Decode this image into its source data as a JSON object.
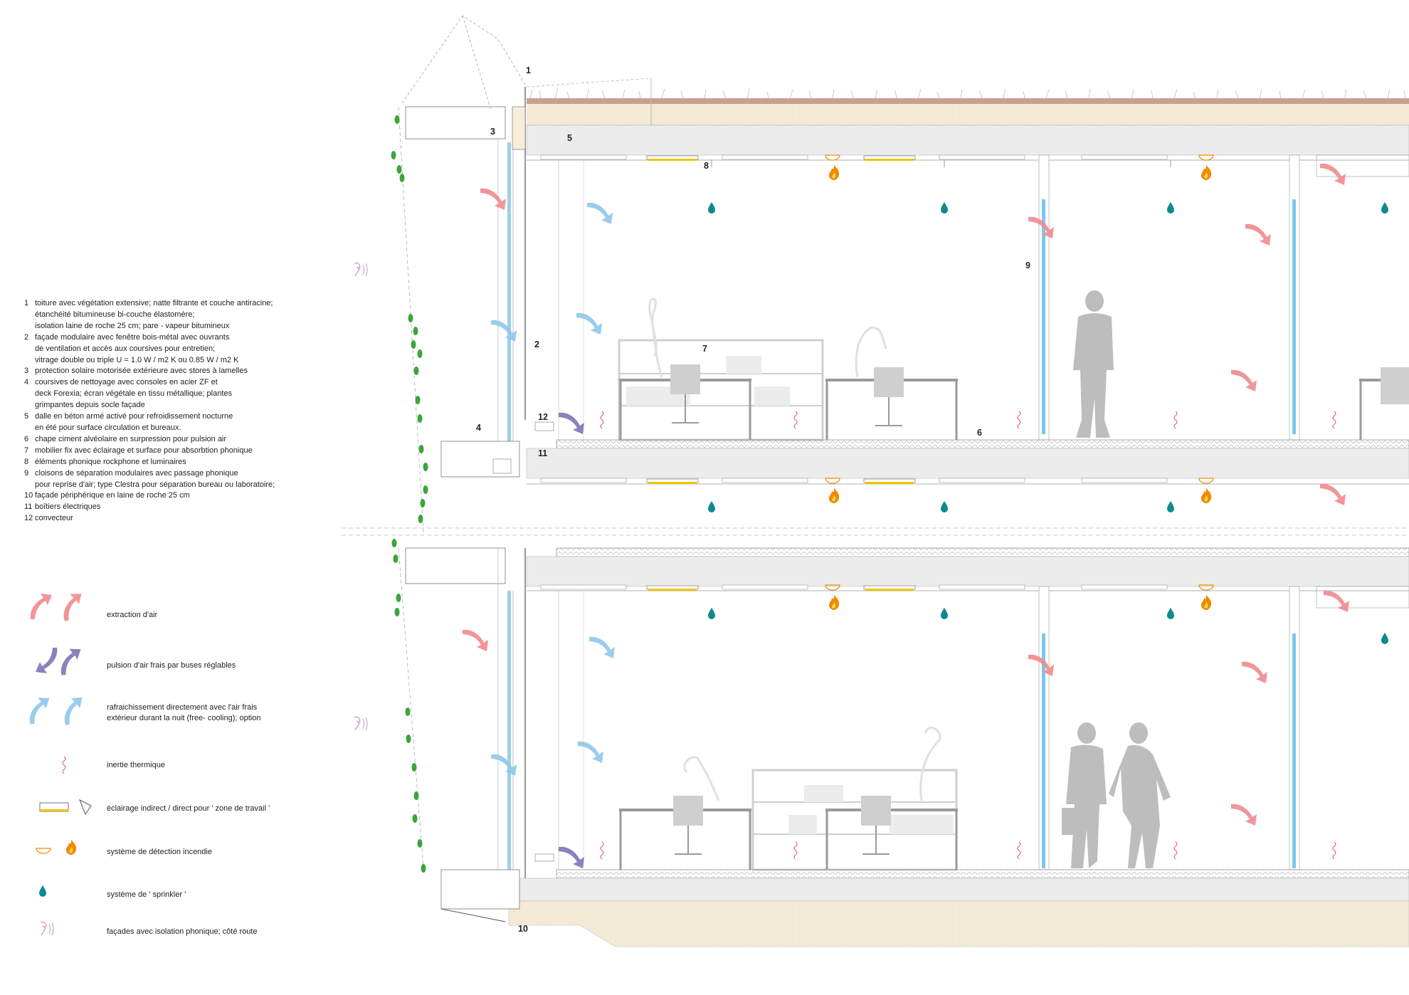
{
  "legend_items": [
    {
      "num": "1",
      "text": "toiture avec végétation extensive; natte filtrante et couche antiracine;\nétanchéité bitumineuse bi-couche élastomère;\nisolation laine de roche 25 cm; pare - vapeur bitumineux"
    },
    {
      "num": "2",
      "text": " façade modulaire  avec fenêtre bois-métal avec ouvrants\nde ventilation et accès aux coursives pour entretien;\nvitrage double ou triple U = 1.0 W / m2 K ou 0.85 W / m2 K"
    },
    {
      "num": "3",
      "text": " protection solaire  motorisée extérieure avec stores à lamelles"
    },
    {
      "num": "4",
      "text": "coursives de nettoyage avec consoles en acier ZF et\ndeck Forexia; écran végétale en tissu métallique; plantes\ngrimpantes depuis socle façade"
    },
    {
      "num": "5",
      "text": " dalle en béton armé  activé pour refroidissement nocturne\nen été pour surface circulation et bureaux."
    },
    {
      "num": "6",
      "text": "chape ciment alvéolaire en surpression pour pulsion air"
    },
    {
      "num": "7",
      "text": " mobilier fix avec éclairage et surface pour absorbtion phonique"
    },
    {
      "num": "8",
      "text": "éléments phonique rockphone et luminaires"
    },
    {
      "num": "9",
      "text": "cloisons de séparation modulaires avec passage phonique\npour reprise d'air; type Clestra pour séparation bureau ou laboratoire;"
    },
    {
      "num": "10",
      "text": "façade périphérique en laine de roche 25 cm"
    },
    {
      "num": "11",
      "text": "boîtiers électriques"
    },
    {
      "num": "12",
      "text": "convecteur"
    }
  ],
  "symbol_legend": [
    {
      "label": "extraction d'air",
      "icon": "extraction-arrow-icon",
      "color": "#f08a8e"
    },
    {
      "label": "pulsion d'air frais par buses réglables",
      "icon": "pulsion-arrow-icon",
      "color": "#7a76b8"
    },
    {
      "label": "rafraichissement directement avec l'air frais\nextérieur durant la nuit (free- cooling); option",
      "icon": "cooling-arrow-icon",
      "color": "#8fc6ea"
    },
    {
      "label": "inertie thermique",
      "icon": "thermal-wave-icon",
      "color": "#e05a5a"
    },
    {
      "label": "éclairage indirect / direct pour ' zone de travail '",
      "icon": "lighting-icon",
      "color": "#f2c500"
    },
    {
      "label": "système de détection incendie",
      "icon": "fire-detection-icon",
      "color": "#f08a00"
    },
    {
      "label": "système de ' sprinkler '",
      "icon": "sprinkler-drop-icon",
      "color": "#0e8a8e"
    },
    {
      "label": "façades avec isolation phonique; côté route",
      "icon": "ear-icon",
      "color": "#c27bb8"
    }
  ],
  "callouts": [
    {
      "id": "1",
      "text": "1"
    },
    {
      "id": "2",
      "text": "2"
    },
    {
      "id": "3",
      "text": "3"
    },
    {
      "id": "4",
      "text": "4"
    },
    {
      "id": "5",
      "text": "5"
    },
    {
      "id": "6",
      "text": "6"
    },
    {
      "id": "7",
      "text": "7"
    },
    {
      "id": "8",
      "text": "8"
    },
    {
      "id": "9",
      "text": "9"
    },
    {
      "id": "10",
      "text": "10"
    },
    {
      "id": "11",
      "text": "11"
    },
    {
      "id": "12",
      "text": "12"
    }
  ],
  "colors": {
    "slab": "#ececec",
    "roof_membrane": "#c9a08c",
    "insulation": "#f6eedb",
    "glazing": "#7fc6ea",
    "vegetation": "#3aa63a",
    "furniture": "#9a9a9a",
    "person": "#bdbdbd",
    "extraction": "#f08a8e",
    "pulsion": "#7a76b8",
    "cooling": "#8fc6ea",
    "sprinkler": "#0e8a8e",
    "fire": "#f08a00",
    "light": "#f2c500"
  }
}
